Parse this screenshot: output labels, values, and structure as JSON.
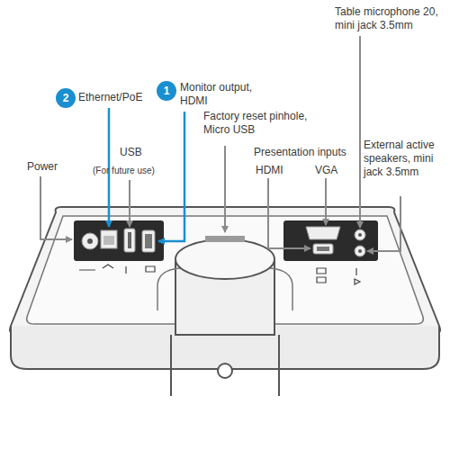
{
  "diagram": {
    "nodes": [
      {
        "text": [
          "2"
        ]
      },
      {
        "text": [
          "1"
        ]
      }
    ],
    "labels": [
      "Ethernet/PoE",
      "Monitor output, HDMI",
      "Factory reset pinhole, Micro USB",
      "USB",
      "(For future use)",
      "Power",
      "Table microphone 20, mini jack 3.5mm",
      "Presentation inputs",
      "HDMI",
      "VGA",
      "External active speakers, mini jack 3.5mm"
    ]
  }
}
